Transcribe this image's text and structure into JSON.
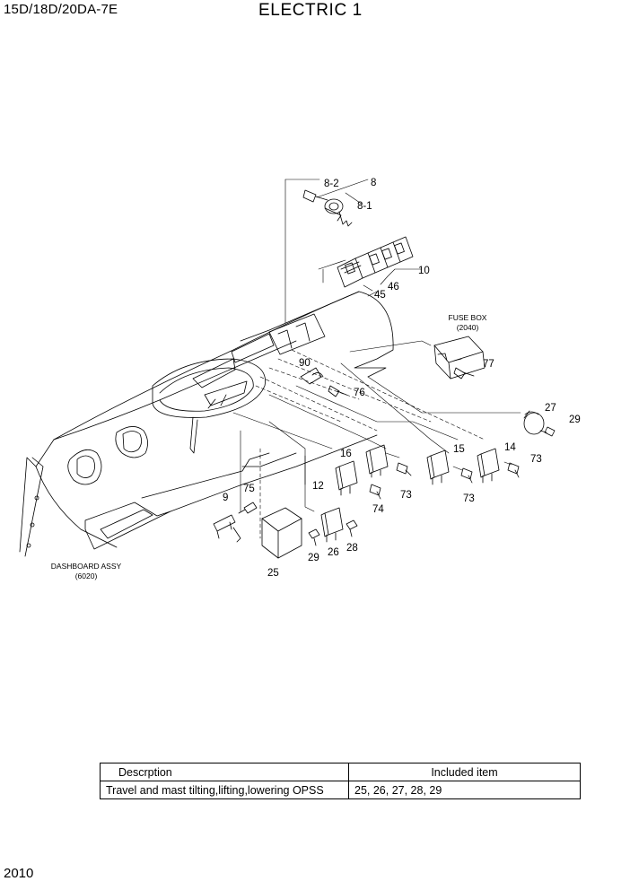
{
  "header": {
    "model": "15D/18D/20DA-7E",
    "title": "ELECTRIC 1"
  },
  "callouts": {
    "c8": "8",
    "c8_2": "8-2",
    "c8_1": "8-1",
    "c10": "10",
    "c46": "46",
    "c45": "45",
    "c90": "90",
    "c76": "76",
    "c77": "77",
    "c27": "27",
    "c29a": "29",
    "c16": "16",
    "c15": "15",
    "c14": "14",
    "c73a": "73",
    "c73b": "73",
    "c73c": "73",
    "c12": "12",
    "c74": "74",
    "c9": "9",
    "c75": "75",
    "c26": "26",
    "c28": "28",
    "c29b": "29",
    "c25": "25"
  },
  "references": {
    "fuse_box": "FUSE BOX",
    "fuse_box_ref": "(2040)",
    "dashboard": "DASHBOARD ASSY",
    "dashboard_ref": "(6020)"
  },
  "table": {
    "headers": [
      "Descrption",
      "Included item"
    ],
    "rows": [
      [
        "Travel and mast tilting,lifting,lowering OPSS",
        "25, 26, 27, 28, 29"
      ]
    ]
  },
  "footer": {
    "page_number": "2010"
  }
}
